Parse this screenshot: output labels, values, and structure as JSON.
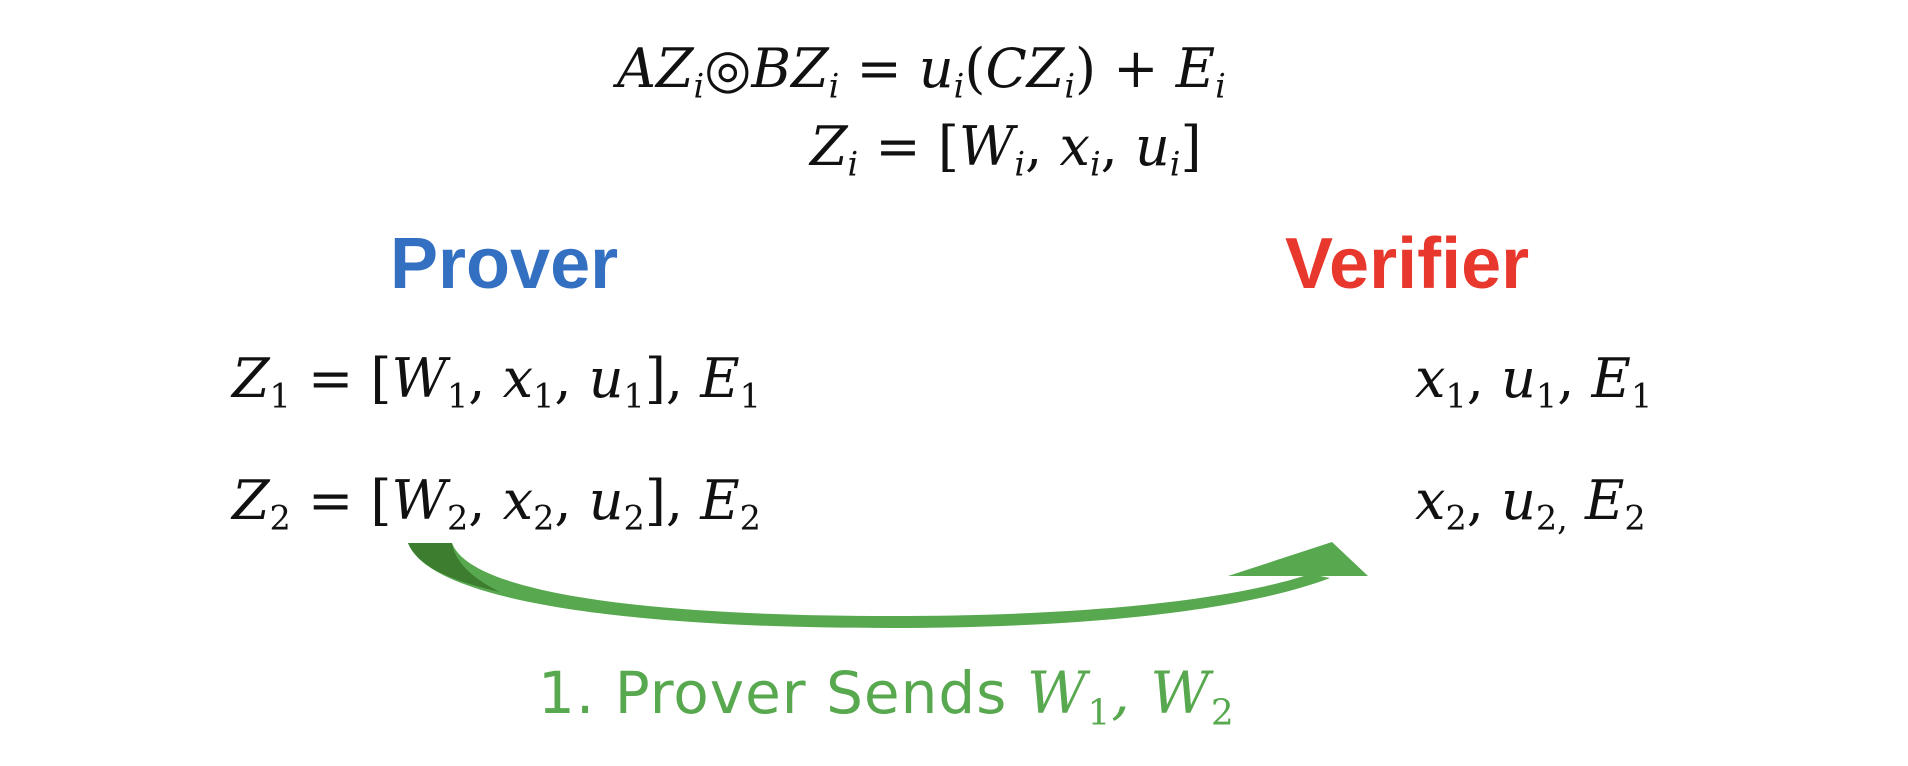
{
  "equations": {
    "relation": {
      "parts": [
        "A",
        "Z",
        "i",
        "◎",
        "B",
        "Z",
        "i",
        " = ",
        "u",
        "i",
        "(",
        "C",
        "Z",
        "i",
        ")",
        " + ",
        "E",
        "i"
      ]
    },
    "definition": {
      "parts": [
        "Z",
        "i",
        " = [",
        "W",
        "i",
        ", ",
        "x",
        "i",
        ", ",
        "u",
        "i",
        "]"
      ]
    }
  },
  "prover": {
    "label": "Prover",
    "color": "#3470c2",
    "rows": [
      {
        "z": "Z",
        "z_sub": "1",
        "eq": " = [",
        "w": "W",
        "w_sub": "1",
        "x": "x",
        "x_sub": "1",
        "u": "u",
        "u_sub": "1",
        "close": "], ",
        "e": "E",
        "e_sub": "1"
      },
      {
        "z": "Z",
        "z_sub": "2",
        "eq": " = [",
        "w": "W",
        "w_sub": "2",
        "x": "x",
        "x_sub": "2",
        "u": "u",
        "u_sub": "2",
        "close": "], ",
        "e": "E",
        "e_sub": "2"
      }
    ]
  },
  "verifier": {
    "label": "Verifier",
    "color": "#e8372c",
    "rows": [
      {
        "x": "x",
        "x_sub": "1",
        "u": "u",
        "u_sub": "1",
        "e": "E",
        "e_sub": "1"
      },
      {
        "x": "x",
        "x_sub": "2",
        "u": "u",
        "u_sub": "2,",
        "e": "E",
        "e_sub": "2"
      }
    ]
  },
  "message": {
    "step": "1.",
    "text": "Prover Sends",
    "w1": "W",
    "w1_sub": "1",
    "sep": ", ",
    "w2": "W",
    "w2_sub": "2",
    "color": "#58a84f",
    "arrow_color": "#58a84f",
    "arrow_dark": "#3d7d30"
  }
}
